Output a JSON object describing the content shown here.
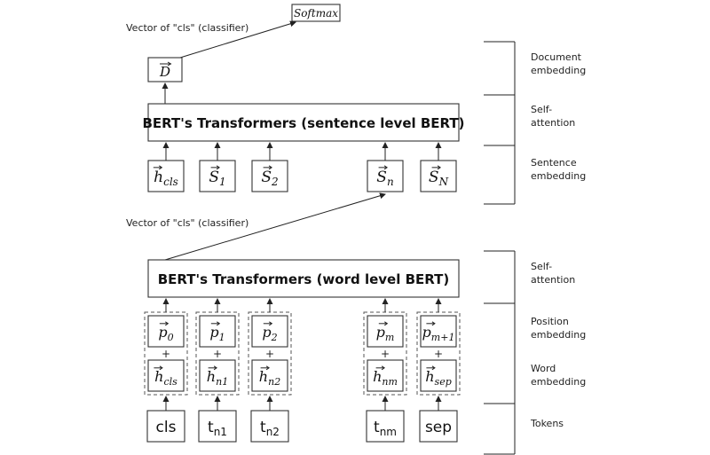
{
  "softmax": {
    "label": "Softmax"
  },
  "doc": {
    "vector_label": "Vector of \"cls\" (classifier)",
    "D": "D"
  },
  "sentence_bert": {
    "title": "BERT's Transformers (sentence level BERT)",
    "inputs": [
      {
        "base": "h",
        "sub": "cls"
      },
      {
        "base": "S",
        "sub": "1"
      },
      {
        "base": "S",
        "sub": "2"
      },
      {
        "base": "S",
        "sub": "n"
      },
      {
        "base": "S",
        "sub": "N"
      }
    ]
  },
  "word": {
    "vector_label": "Vector of \"cls\" (classifier)",
    "title": "BERT's Transformers (word level BERT)",
    "plus": "+",
    "columns": [
      {
        "pos": {
          "base": "p",
          "sub": "0"
        },
        "word": {
          "base": "h",
          "sub": "cls"
        },
        "token": {
          "base": "cls",
          "sub": ""
        }
      },
      {
        "pos": {
          "base": "p",
          "sub": "1"
        },
        "word": {
          "base": "h",
          "sub": "n1"
        },
        "token": {
          "base": "t",
          "sub": "n1"
        }
      },
      {
        "pos": {
          "base": "p",
          "sub": "2"
        },
        "word": {
          "base": "h",
          "sub": "n2"
        },
        "token": {
          "base": "t",
          "sub": "n2"
        }
      },
      {
        "pos": {
          "base": "p",
          "sub": "m"
        },
        "word": {
          "base": "h",
          "sub": "nm"
        },
        "token": {
          "base": "t",
          "sub": "nm"
        }
      },
      {
        "pos": {
          "base": "p",
          "sub": "m+1"
        },
        "word": {
          "base": "h",
          "sub": "sep"
        },
        "token": {
          "base": "sep",
          "sub": ""
        }
      }
    ]
  },
  "legend": [
    {
      "text": [
        "Document",
        "embedding"
      ]
    },
    {
      "text": [
        "Self-",
        "attention"
      ]
    },
    {
      "text": [
        "Sentence",
        "embedding"
      ]
    },
    {
      "text": [
        "Self-",
        "attention"
      ]
    },
    {
      "text": [
        "Position",
        "embedding"
      ]
    },
    {
      "text": [
        "Word",
        "embedding"
      ]
    },
    {
      "text": [
        "Tokens"
      ]
    }
  ]
}
